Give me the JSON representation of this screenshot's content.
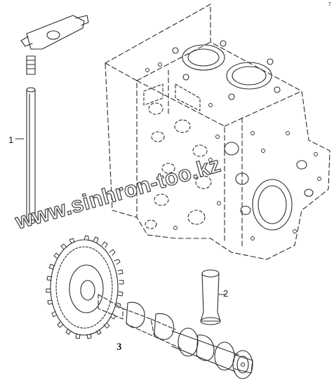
{
  "diagram": {
    "callouts": {
      "pushrod": "1",
      "tappet": "2",
      "camshaft": "3"
    },
    "corner_mark": "7",
    "watermark": "www.sinhron-too.kz"
  },
  "colors": {
    "line": "#2b2b2b",
    "paper": "#ffffff"
  }
}
